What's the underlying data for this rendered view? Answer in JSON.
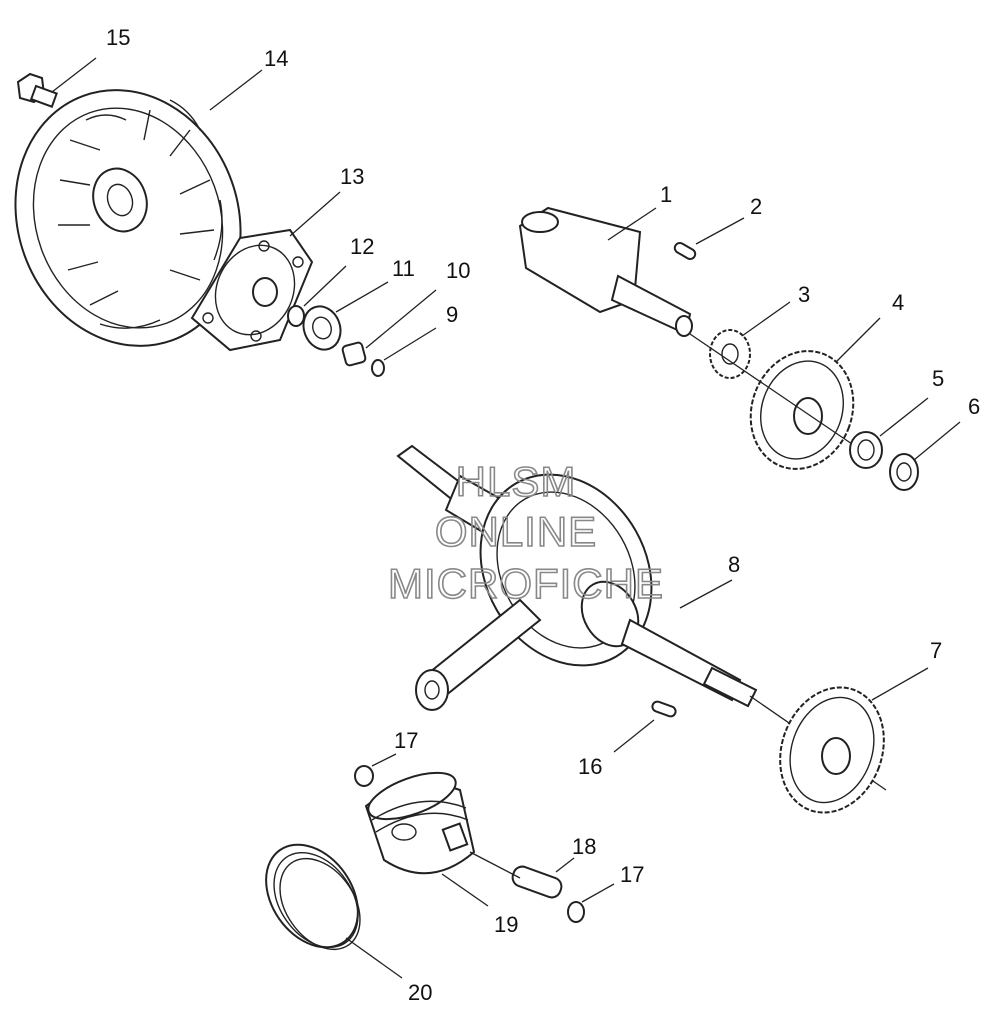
{
  "diagram": {
    "callouts": [
      {
        "id": "15",
        "text": "15"
      },
      {
        "id": "14",
        "text": "14"
      },
      {
        "id": "13",
        "text": "13"
      },
      {
        "id": "12",
        "text": "12"
      },
      {
        "id": "11",
        "text": "11"
      },
      {
        "id": "10",
        "text": "10"
      },
      {
        "id": "9",
        "text": "9"
      },
      {
        "id": "1",
        "text": "1"
      },
      {
        "id": "2",
        "text": "2"
      },
      {
        "id": "3",
        "text": "3"
      },
      {
        "id": "4",
        "text": "4"
      },
      {
        "id": "5",
        "text": "5"
      },
      {
        "id": "6",
        "text": "6"
      },
      {
        "id": "8",
        "text": "8"
      },
      {
        "id": "7",
        "text": "7"
      },
      {
        "id": "17a",
        "text": "17"
      },
      {
        "id": "16",
        "text": "16"
      },
      {
        "id": "18",
        "text": "18"
      },
      {
        "id": "17b",
        "text": "17"
      },
      {
        "id": "19",
        "text": "19"
      },
      {
        "id": "20",
        "text": "20"
      }
    ],
    "watermark": {
      "line1": "HLSM",
      "line2": "ONLINE",
      "line3": "MICROFICHE"
    }
  }
}
